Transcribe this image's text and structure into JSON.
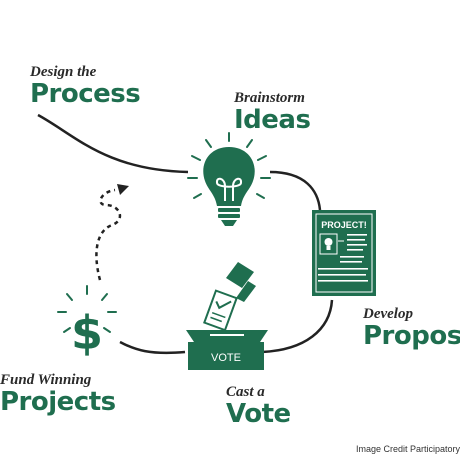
{
  "colors": {
    "green": "#1f6e4f",
    "line": "#222222",
    "text": "#2a2a2a"
  },
  "steps": [
    {
      "small": "Design the",
      "big": "Process"
    },
    {
      "small": "Brainstorm",
      "big": "Ideas"
    },
    {
      "small": "Develop",
      "big": "Proposa"
    },
    {
      "small": "Cast a",
      "big": "Vote"
    },
    {
      "small": "Fund Winning",
      "big": "Projects"
    }
  ],
  "icons": {
    "bulb": "lightbulb-icon",
    "proposal": "proposal-document-icon",
    "ballot": "ballot-box-icon",
    "dollar": "dollar-sign-icon"
  },
  "proposal_doc": {
    "heading": "PROJECT!"
  },
  "ballot_box": {
    "label": "VOTE"
  },
  "dollar_symbol": "$",
  "credit": "Image Credit Participatory"
}
